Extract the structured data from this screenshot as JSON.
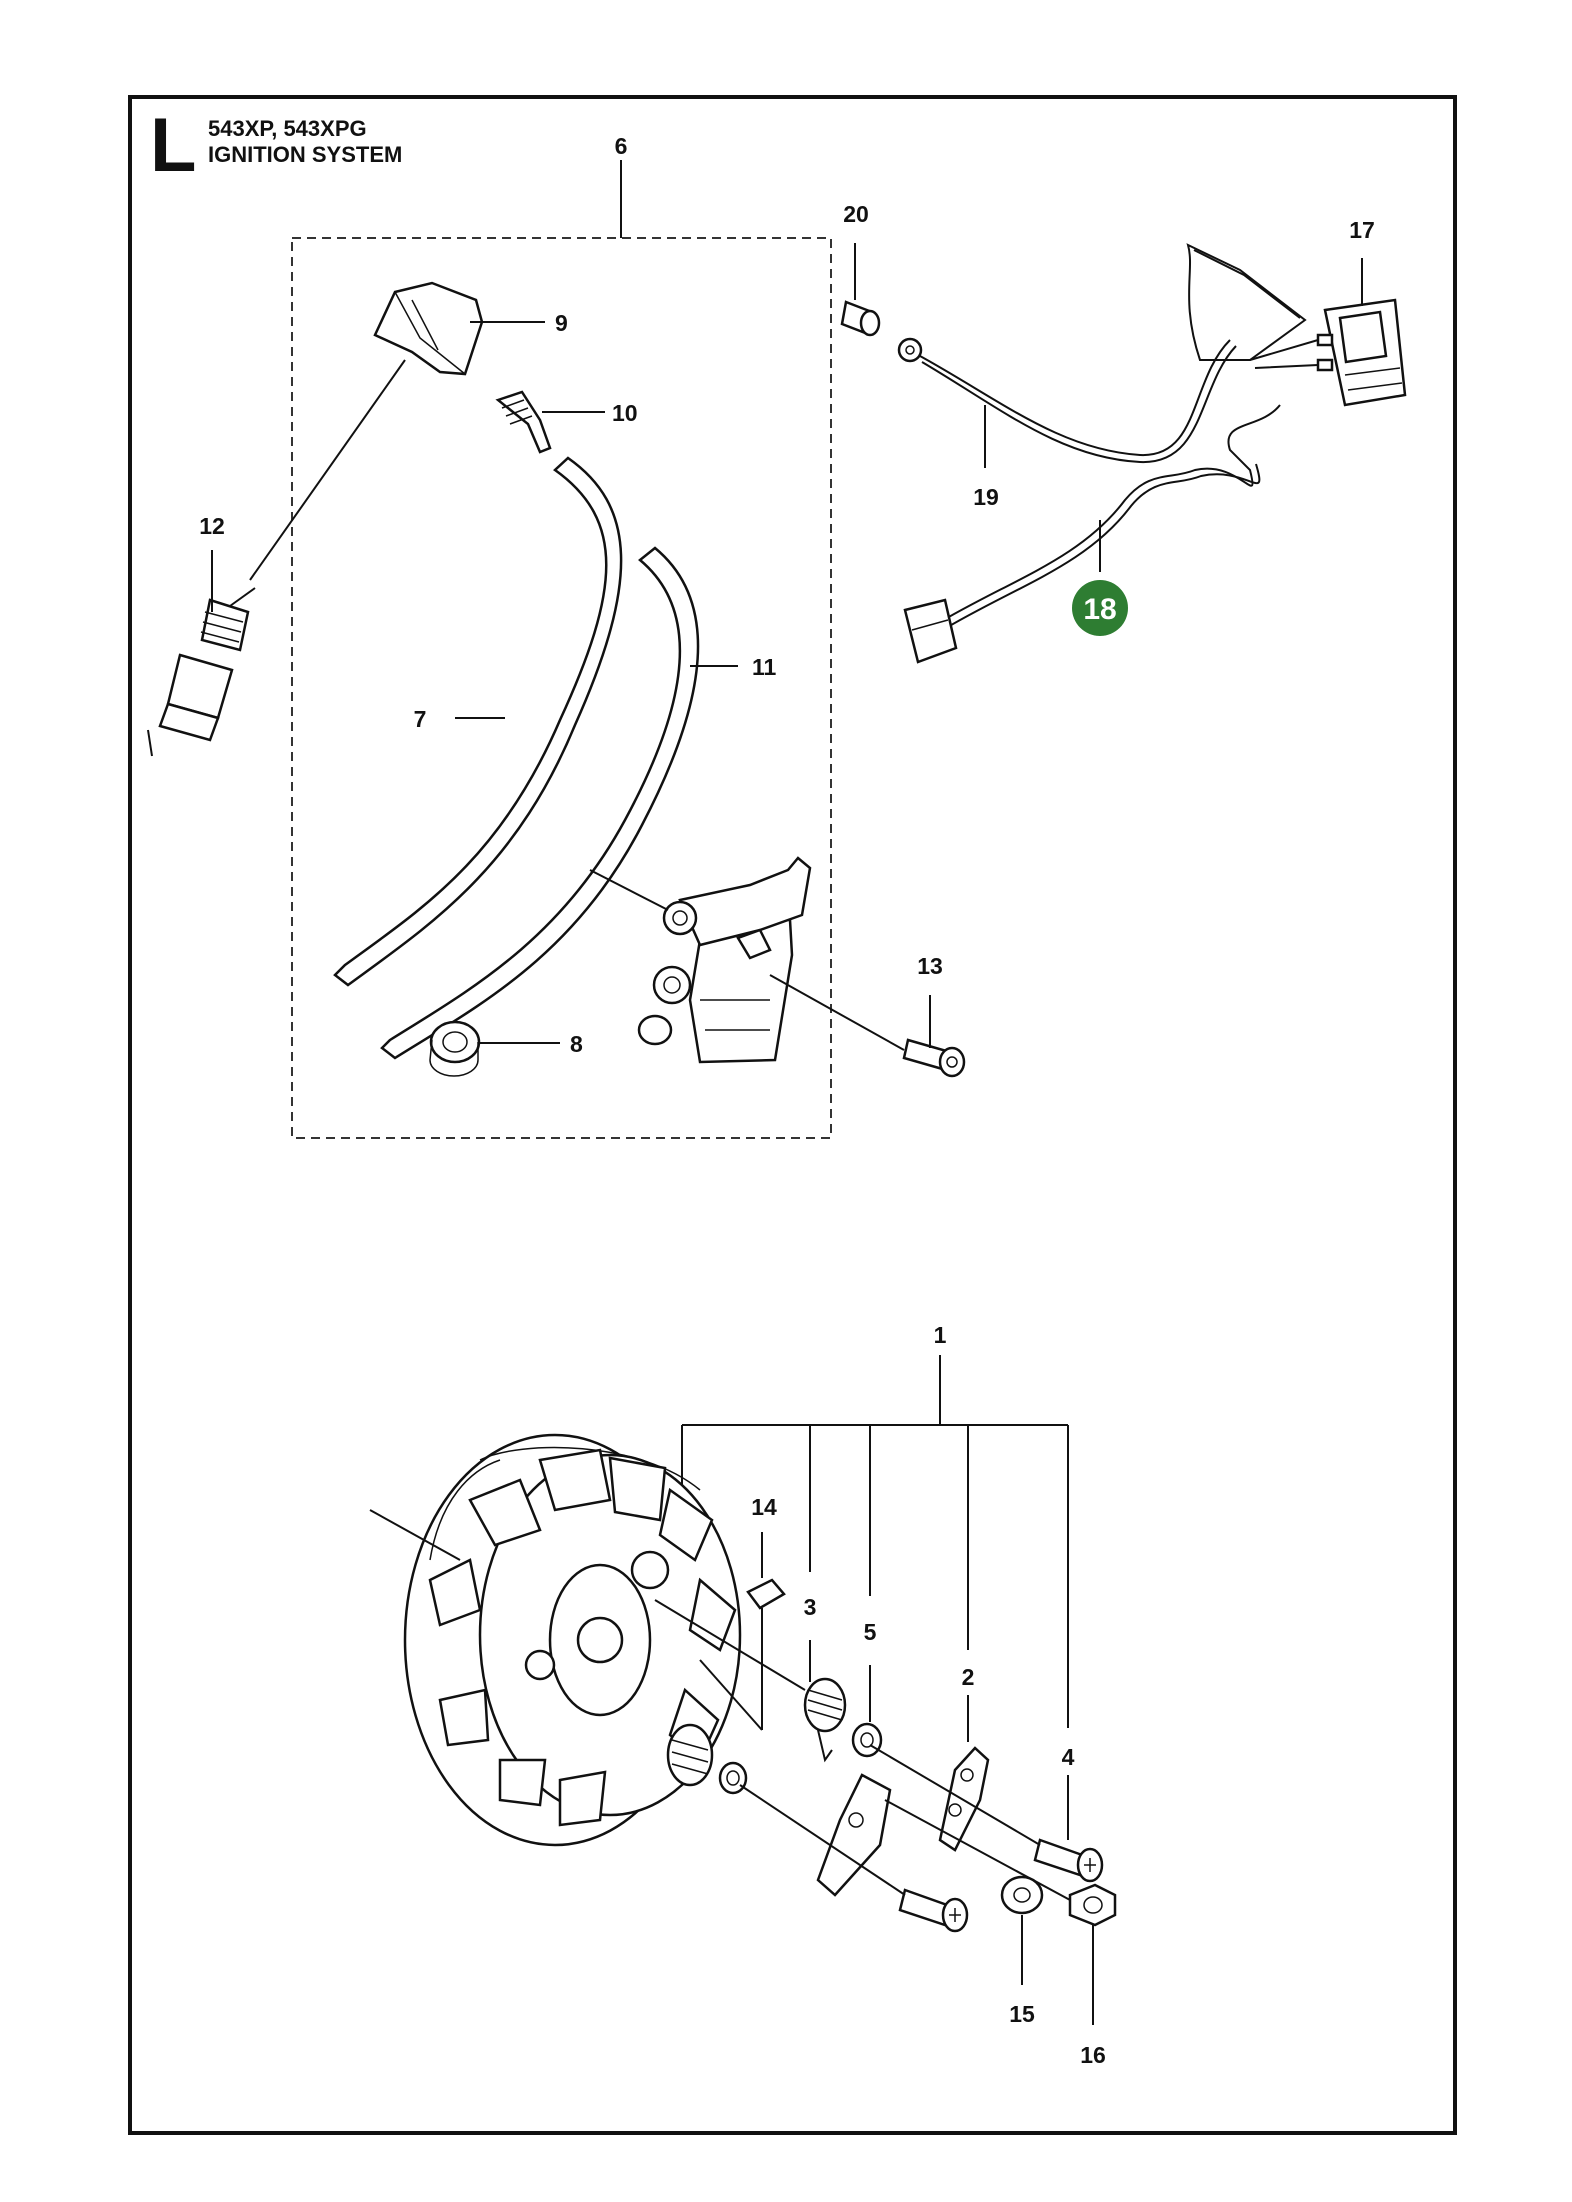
{
  "header": {
    "section": "L",
    "models": "543XP, 543XPG",
    "title": "IGNITION SYSTEM"
  },
  "callouts": {
    "p1": "1",
    "p2": "2",
    "p3": "3",
    "p4": "4",
    "p5": "5",
    "p6": "6",
    "p7": "7",
    "p8": "8",
    "p9": "9",
    "p10": "10",
    "p11": "11",
    "p12": "12",
    "p13": "13",
    "p14": "14",
    "p15": "15",
    "p16": "16",
    "p17": "17",
    "p18": "18",
    "p19": "19",
    "p20": "20"
  },
  "highlight": {
    "part": "18",
    "color": "#2e7d32"
  }
}
